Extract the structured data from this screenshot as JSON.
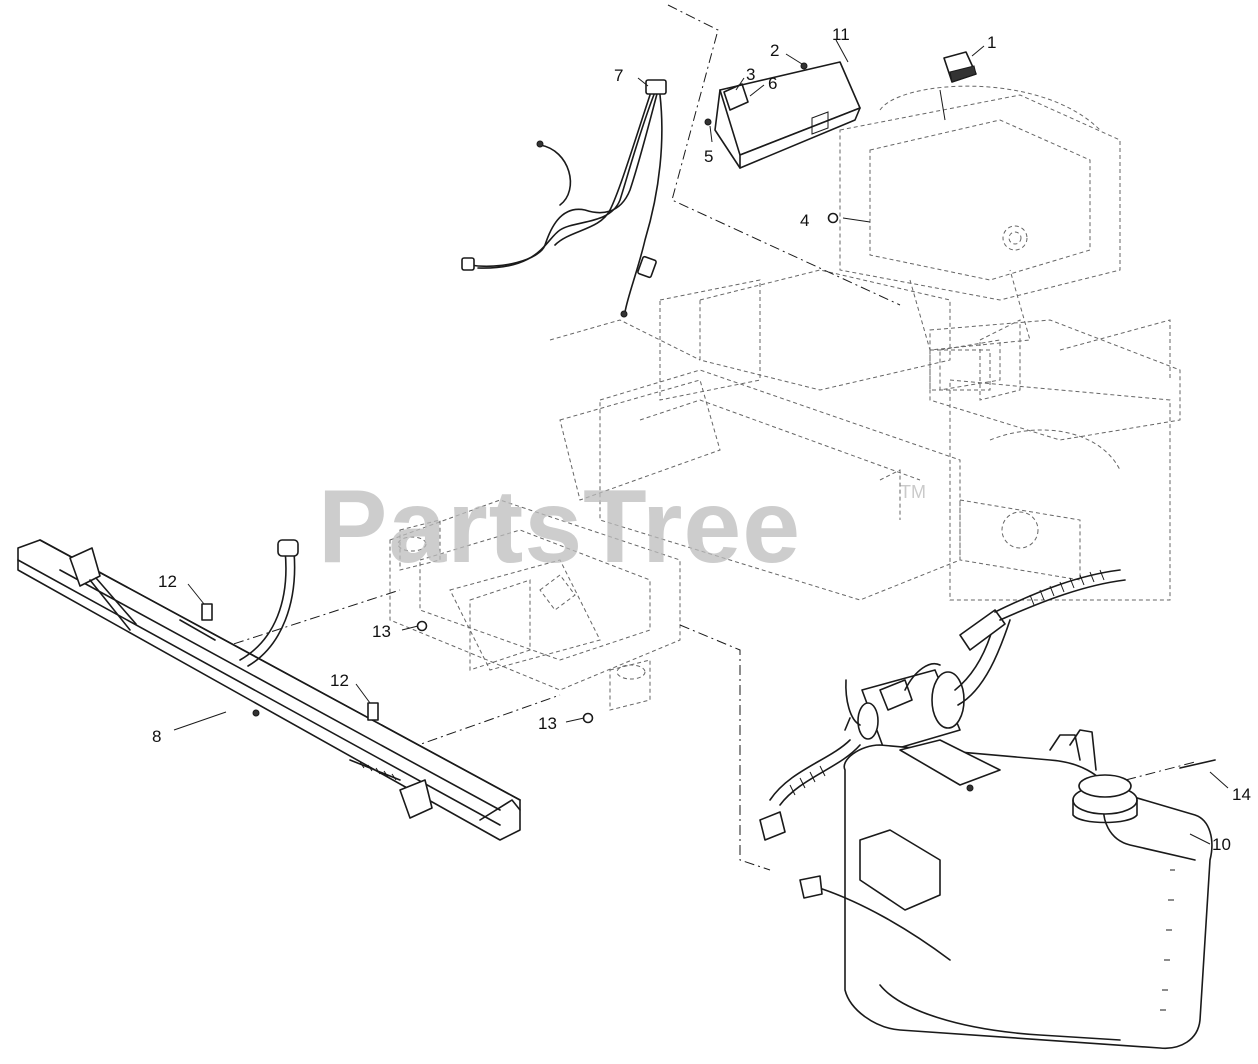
{
  "watermark": {
    "text": "PartsTree",
    "mark": "TM"
  },
  "callouts": [
    {
      "id": "c1",
      "label": "1"
    },
    {
      "id": "c2",
      "label": "2"
    },
    {
      "id": "c3",
      "label": "3"
    },
    {
      "id": "c4",
      "label": "4"
    },
    {
      "id": "c5",
      "label": "5"
    },
    {
      "id": "c6",
      "label": "6"
    },
    {
      "id": "c7",
      "label": "7"
    },
    {
      "id": "c8",
      "label": "8"
    },
    {
      "id": "c10",
      "label": "10"
    },
    {
      "id": "c11",
      "label": "11"
    },
    {
      "id": "c12a",
      "label": "12"
    },
    {
      "id": "c12b",
      "label": "12"
    },
    {
      "id": "c13a",
      "label": "13"
    },
    {
      "id": "c13b",
      "label": "13"
    },
    {
      "id": "c14",
      "label": "14"
    }
  ]
}
